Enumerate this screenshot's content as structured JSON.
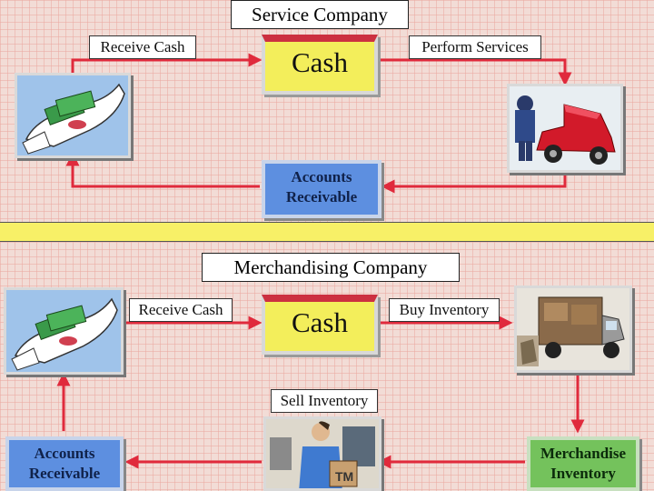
{
  "service": {
    "title": "Service Company",
    "receive_cash": "Receive Cash",
    "perform_services": "Perform Services",
    "cash": "Cash",
    "accounts_receivable": [
      "Accounts",
      "Receivable"
    ]
  },
  "merchandising": {
    "title": "Merchandising  Company",
    "receive_cash": "Receive Cash",
    "buy_inventory": "Buy Inventory",
    "sell_inventory": "Sell Inventory",
    "cash": "Cash",
    "accounts_receivable": [
      "Accounts",
      "Receivable"
    ],
    "merchandise_inventory": [
      "Merchandise",
      "Inventory"
    ]
  },
  "colors": {
    "arrow": "#e02a3c",
    "cash_fill": "#f3ee5b",
    "receivable_fill": "#5d8fe0",
    "inventory_fill": "#74c25c"
  },
  "icons": [
    "money-hand-icon",
    "car-repair-icon",
    "delivery-truck-icon",
    "store-clerk-icon"
  ]
}
